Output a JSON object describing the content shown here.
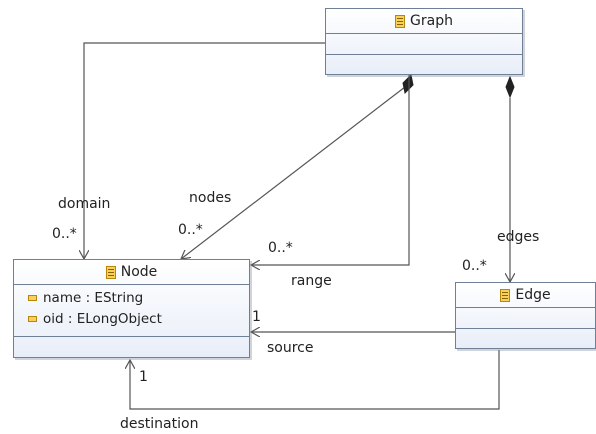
{
  "classes": {
    "graph": {
      "name": "Graph"
    },
    "node": {
      "name": "Node",
      "attributes": [
        {
          "text": "name : EString"
        },
        {
          "text": "oid : ELongObject"
        }
      ]
    },
    "edge": {
      "name": "Edge"
    }
  },
  "associations": {
    "domain": {
      "role": "domain",
      "multiplicity": "0..*"
    },
    "nodes": {
      "role": "nodes",
      "multiplicity": "0..*"
    },
    "range": {
      "role": "range",
      "multiplicity": "0..*"
    },
    "edges": {
      "role": "edges",
      "multiplicity": "0..*"
    },
    "source": {
      "role": "source",
      "multiplicity": "1"
    },
    "destination": {
      "role": "destination",
      "multiplicity": "1"
    }
  },
  "colors": {
    "border": "#6f7f95",
    "fill_top": "#ffffff",
    "fill_bottom": "#e8eef8",
    "line": "#555555",
    "icon_fill": "#f7d15c"
  }
}
